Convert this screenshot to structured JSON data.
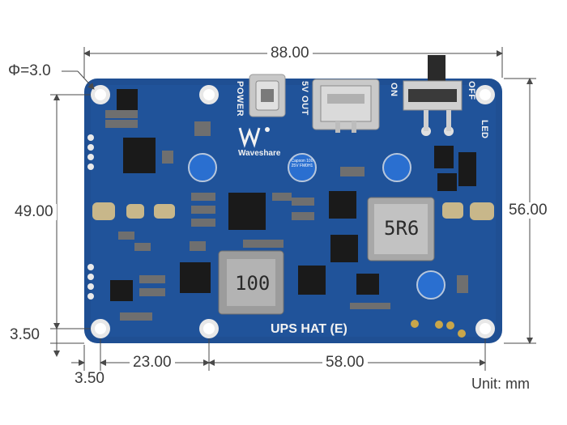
{
  "dimensions": {
    "hole_diameter": "Φ=3.0",
    "overall_width": "88.00",
    "overall_height": "56.00",
    "hole_spacing_vertical": "49.00",
    "edge_offset_bottom": "3.50",
    "edge_offset_left": "3.50",
    "left_segment": "23.00",
    "right_segment": "58.00",
    "unit": "Unit: mm"
  },
  "board": {
    "product_name": "UPS HAT (E)",
    "brand": "Waveshare",
    "labels": {
      "power": "POWER",
      "usb_out": "5V OUT",
      "switch_on": "ON",
      "switch_off": "OFF",
      "led": "LED"
    },
    "inductor_large": "100",
    "inductor_small": "5R6",
    "capacitor_text": "Capxon 100 25V FM0H1"
  },
  "colors": {
    "pcb": "#1f4f93",
    "pcb_dark": "#173f7a",
    "dimension_line": "#4a4a4a"
  }
}
